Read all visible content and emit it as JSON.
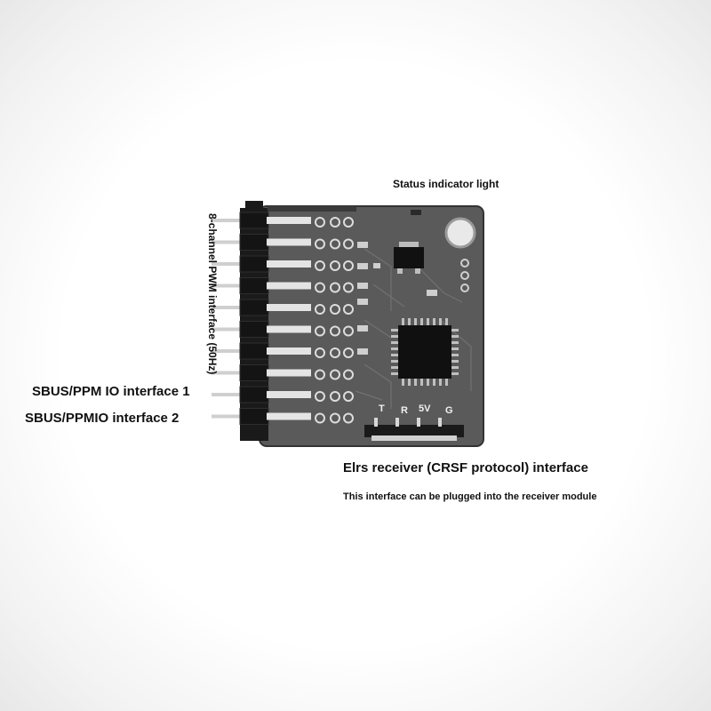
{
  "labels": {
    "status_light": "Status indicator light",
    "pwm_interface": "8-channel PWM interface (50Hz)",
    "sbus_interface_1": "SBUS/PPM IO interface 1",
    "sbus_interface_2": "SBUS/PPMIO interface 2",
    "elrs_interface": "Elrs receiver (CRSF protocol) interface",
    "elrs_note": "This interface can be plugged into the receiver module"
  },
  "board": {
    "pins": [
      "T",
      "R",
      "5V",
      "G"
    ]
  },
  "colors": {
    "pcb": "#5c5c5c",
    "pcb_dark": "#3a3a3a",
    "chip": "#141414",
    "pin_metal": "#d8d8d8",
    "header_black": "#1a1a1a"
  }
}
